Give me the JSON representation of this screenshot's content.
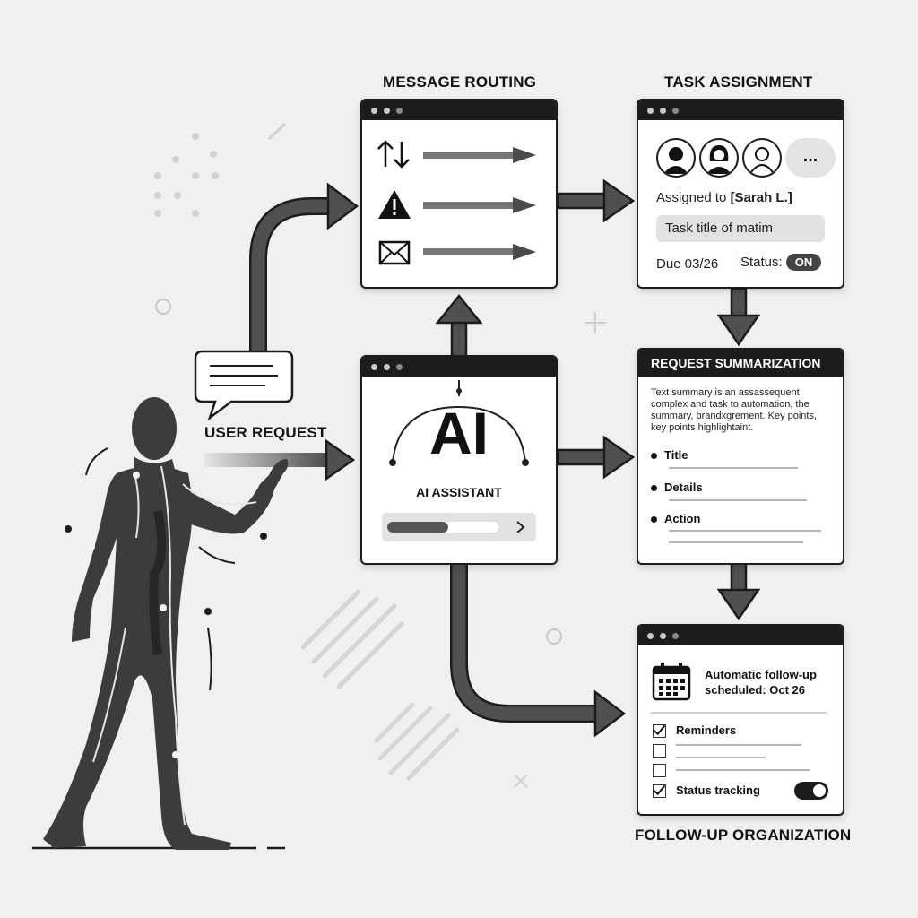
{
  "labels": {
    "message_routing": "MESSAGE ROUTING",
    "task_assignment": "TASK ASSIGNMENT",
    "user_request": "USER REQUEST",
    "follow_up_organization": "FOLLOW-UP ORGANIZATION"
  },
  "ai_window": {
    "logo": "AI",
    "subtitle": "AI ASSISTANT",
    "progress": 0.55
  },
  "routing": {
    "icons": [
      "swap-vertical-icon",
      "warning-icon",
      "mail-icon"
    ]
  },
  "task": {
    "assigned_prefix": "Assigned to ",
    "assignee": "[Sarah L.]",
    "title_placeholder": "Task title of matim",
    "due": "Due 03/26",
    "status_label": "Status:",
    "status_value": "ON",
    "more_label": "..."
  },
  "summary": {
    "title": "REQUEST SUMMARIZATION",
    "text": "Text summary is an assassequent complex and task to automation, the summary, brandxgrement. Key points, key points highlightaint.",
    "bullets": [
      "Title",
      "Details",
      "Action"
    ]
  },
  "followup": {
    "schedule_text": "Automatic follow-up scheduled: Oct 26",
    "reminders": "Reminders",
    "status_tracking": "Status tracking",
    "status_tracking_on": true
  },
  "colors": {
    "dark": "#1c1c1c",
    "arrow": "#4a4a4a",
    "background": "#eff0f1"
  }
}
